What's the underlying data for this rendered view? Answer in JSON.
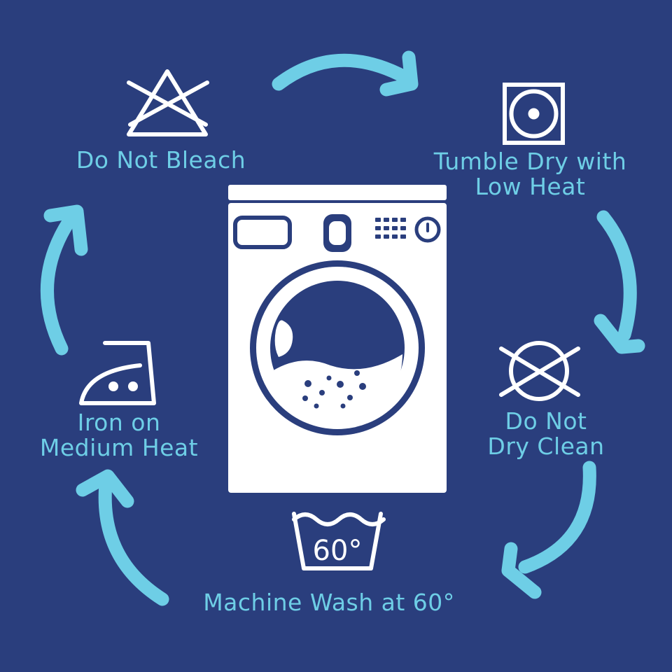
{
  "colors": {
    "background": "#2a3e7d",
    "accent": "#6ecee6",
    "icon": "#ffffff"
  },
  "center": {
    "icon": "washing-machine-icon"
  },
  "steps": [
    {
      "icon": "do-not-bleach-icon",
      "lines": [
        "Do Not Bleach"
      ]
    },
    {
      "icon": "tumble-dry-low-heat-icon",
      "lines": [
        "Tumble Dry with",
        "Low Heat"
      ]
    },
    {
      "icon": "do-not-dry-clean-icon",
      "lines": [
        "Do Not",
        "Dry Clean"
      ]
    },
    {
      "icon": "wash-tub-icon",
      "lines": [
        "Machine Wash at 60°"
      ],
      "temperature": "60°"
    },
    {
      "icon": "iron-medium-heat-icon",
      "lines": [
        "Iron on",
        "Medium Heat"
      ]
    }
  ]
}
